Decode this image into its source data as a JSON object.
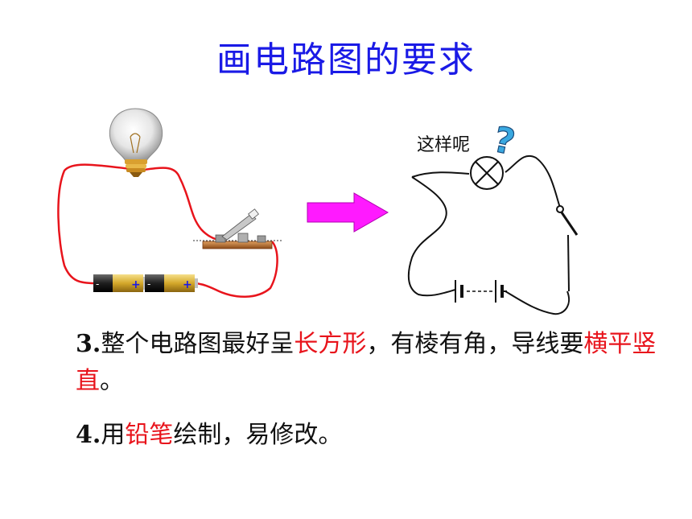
{
  "title": "画电路图的要求",
  "question_label": "这样呢",
  "question_mark": "?",
  "battery_minus": "-",
  "battery_plus": "+",
  "points": [
    {
      "number": "3.",
      "parts": [
        {
          "text": "整个电路图最好呈",
          "highlight": false
        },
        {
          "text": "长方形",
          "highlight": true
        },
        {
          "text": "，有棱有角，导线要",
          "highlight": false
        },
        {
          "text": "横平竖直",
          "highlight": true
        },
        {
          "text": "。",
          "highlight": false
        }
      ]
    },
    {
      "number": "4.",
      "parts": [
        {
          "text": "用",
          "highlight": false
        },
        {
          "text": "铅笔",
          "highlight": true
        },
        {
          "text": "绘制，易修改。",
          "highlight": false
        }
      ]
    }
  ],
  "colors": {
    "title": "#1a1ae6",
    "highlight": "#e8141c",
    "arrow": "#ff1aff",
    "wire": "#e8141c",
    "question_mark": "#3aa8e0"
  },
  "icons": [
    "light-bulb-icon",
    "knife-switch-icon",
    "battery-icon",
    "arrow-right-icon",
    "question-mark-icon",
    "lamp-symbol-icon",
    "switch-symbol-icon",
    "battery-symbol-icon"
  ]
}
